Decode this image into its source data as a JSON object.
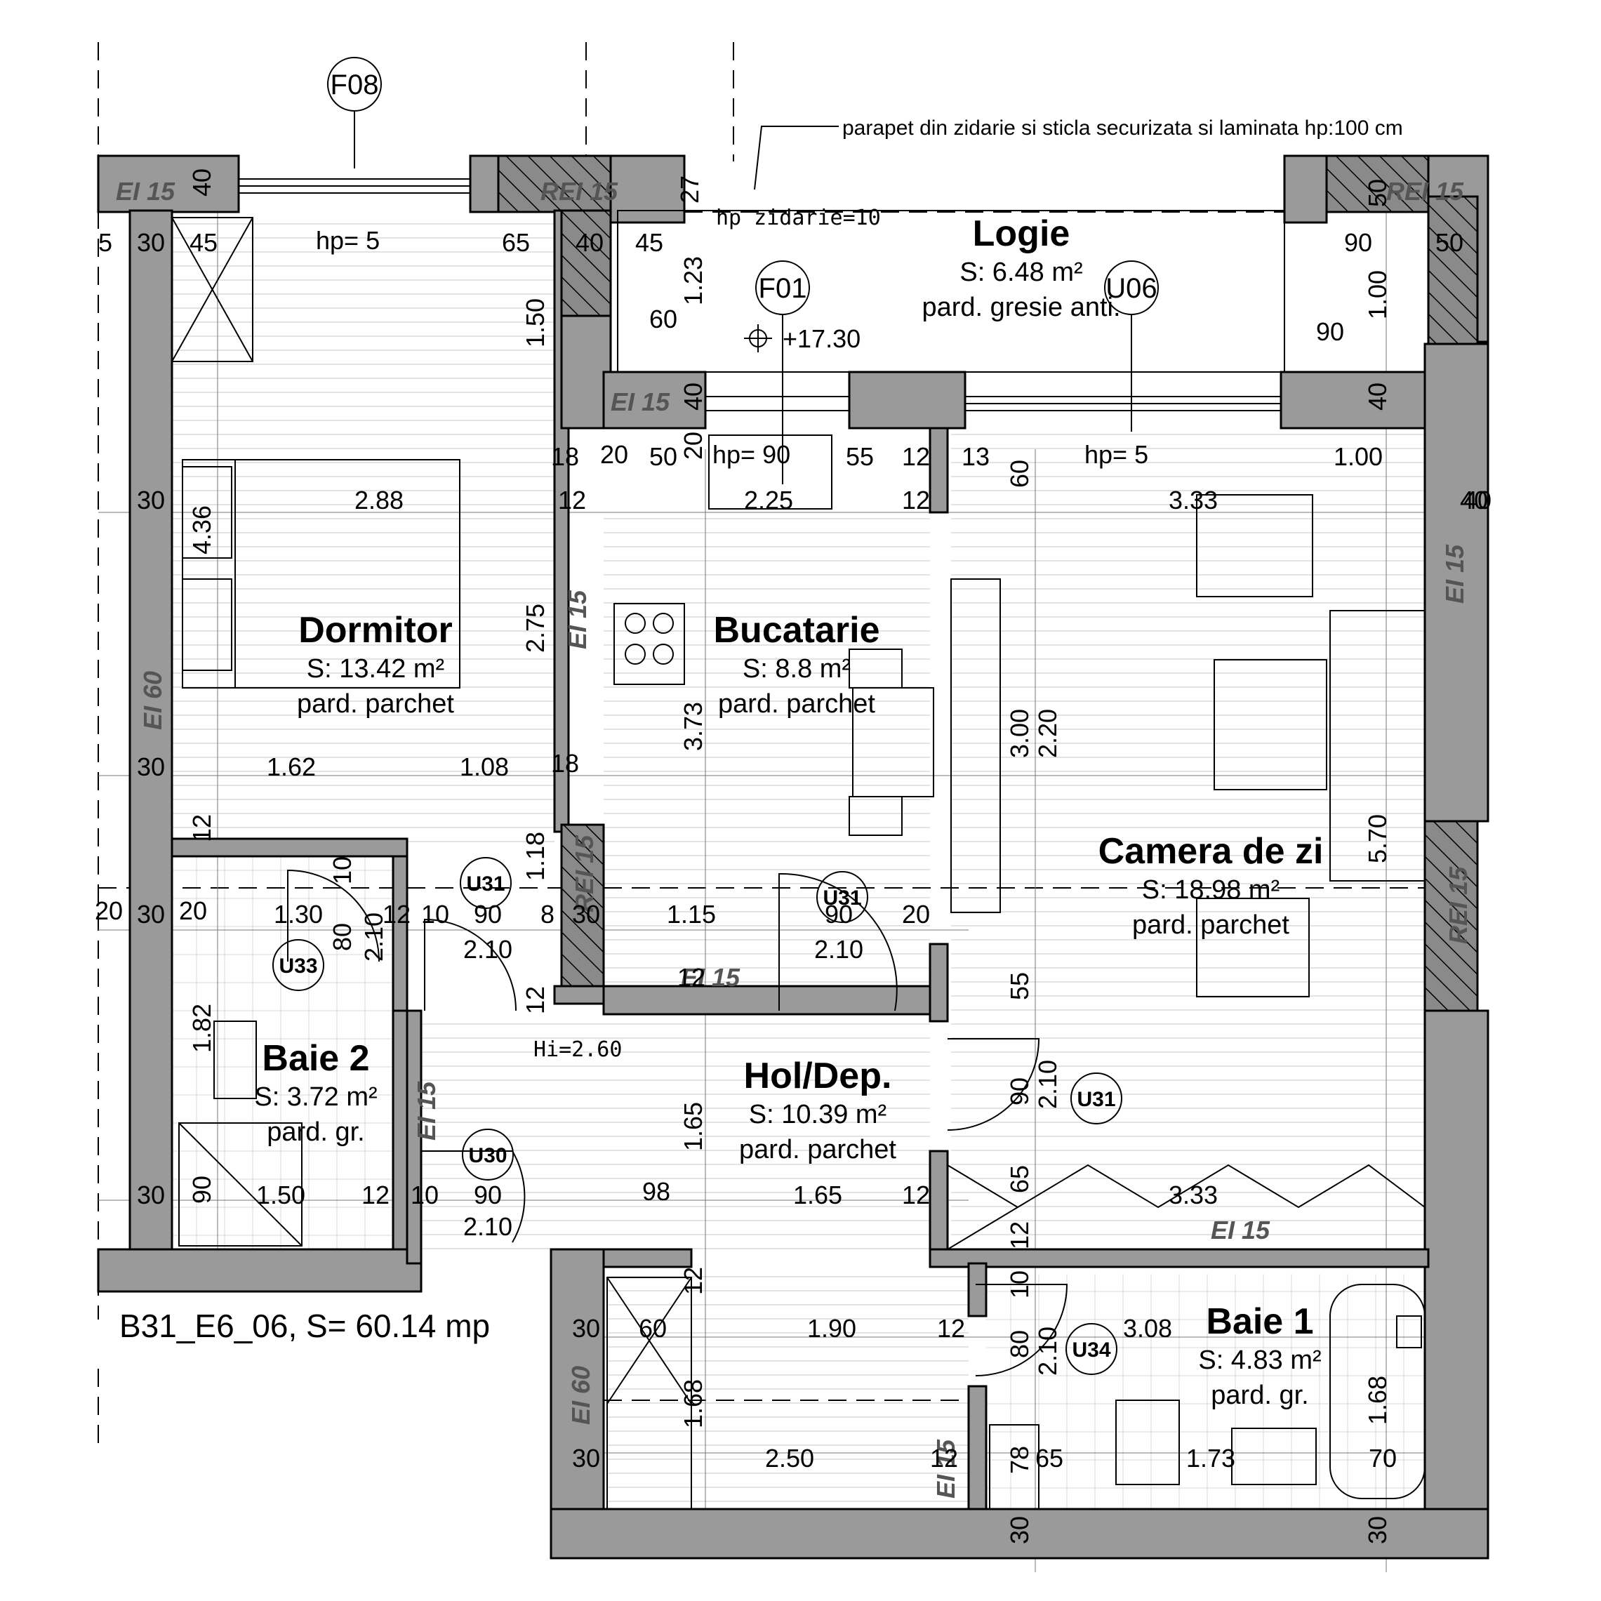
{
  "apartment": {
    "label": "B31_E6_06, S= 60.14 mp"
  },
  "rooms": {
    "logie": {
      "name": "Logie",
      "area": "S: 6.48 m²",
      "floor": "pard. gresie anti."
    },
    "dormitor": {
      "name": "Dormitor",
      "area": "S: 13.42 m²",
      "floor": "pard. parchet"
    },
    "bucatarie": {
      "name": "Bucatarie",
      "area": "S: 8.8 m²",
      "floor": "pard. parchet"
    },
    "camera": {
      "name": "Camera de zi",
      "area": "S: 18.98 m²",
      "floor": "pard. parchet"
    },
    "baie2": {
      "name": "Baie 2",
      "area": "S: 3.72 m²",
      "floor": "pard. gr."
    },
    "hol": {
      "name": "Hol/Dep.",
      "area": "S: 10.39 m²",
      "floor": "pard. parchet"
    },
    "baie1": {
      "name": "Baie 1",
      "area": "S: 4.83 m²",
      "floor": "pard. gr."
    }
  },
  "notes": {
    "parapet": "parapet din zidarie si sticla securizata si laminata  hp:100 cm",
    "hp_zidarie": "hp zidarie=10",
    "level": "+17.30",
    "hi": "Hi=2.60"
  },
  "tags": {
    "f08": "F08",
    "f01": "F01",
    "u06": "U06",
    "u31a": "U31",
    "u31b": "U31",
    "u31c": "U31",
    "u33": "U33",
    "u30": "U30",
    "u34": "U34"
  },
  "fire": {
    "ei15_tl": "EI 15",
    "rei15_top": "REI 15",
    "rei15_tr": "REI 15",
    "ei15_logie": "EI 15",
    "ei15_dorm": "EI 15",
    "ei60_left": "EI 60",
    "rei15_mid": "REI 15",
    "ei15_kitchen": "EI 15",
    "ei15_hol": "EI 15",
    "ei15_camera": "EI 15",
    "ei15_right": "EI 15",
    "rei15_right": "REI 15",
    "ei60_bottom": "EI 60",
    "ei15_bottom": "EI 15"
  },
  "dims": {
    "d01": "40",
    "d02": "5",
    "d03": "30",
    "d04": "45",
    "d05": "hp= 5",
    "d06": "65",
    "d07": "1.50",
    "d08": "40",
    "d09": "45",
    "d10": "27",
    "d11": "1.23",
    "d12": "60",
    "d13": "90",
    "d14": "50",
    "d15": "50",
    "d16": "1.00",
    "d17": "90",
    "d18": "40",
    "d19": "40",
    "d20": "40",
    "d21": "18",
    "d22": "20",
    "d23": "50",
    "d24": "20",
    "d25": "hp= 90",
    "d26": "55",
    "d27": "12",
    "d28": "13",
    "d29": "60",
    "d30": "hp= 5",
    "d31": "1.00",
    "d32": "30",
    "d33": "4.36",
    "d34": "2.88",
    "d35": "12",
    "d36": "2.25",
    "d37": "12",
    "d38": "3.33",
    "d39": "40",
    "d40": "2.75",
    "d41": "3.73",
    "d42": "3.00",
    "d43": "2.20",
    "d44": "5.70",
    "d45": "30",
    "d46": "1.62",
    "d47": "1.08",
    "d48": "18",
    "d49": "12",
    "d50": "10",
    "d51": "1.18",
    "d52": "20",
    "d53": "30",
    "d54": "20",
    "d55": "1.30",
    "d56": "2.10",
    "d57": "12",
    "d58": "10",
    "d59": "90",
    "d60": "8",
    "d61": "30",
    "d62": "1.15",
    "d63": "90",
    "d64": "20",
    "d65": "80",
    "d66": "2.10",
    "d67": "2.10",
    "d68": "12",
    "d69": "12",
    "d70": "55",
    "d71": "1.82",
    "d72": "1.65",
    "d73": "90",
    "d74": "2.10",
    "d75": "30",
    "d76": "90",
    "d77": "1.50",
    "d78": "12",
    "d79": "10",
    "d80": "90",
    "d81": "98",
    "d82": "1.65",
    "d83": "12",
    "d84": "65",
    "d85": "3.33",
    "d86": "2.10",
    "d87": "12",
    "d88": "12",
    "d89": "10",
    "d90": "30",
    "d91": "60",
    "d92": "1.90",
    "d93": "12",
    "d94": "80",
    "d95": "2.10",
    "d96": "3.08",
    "d97": "1.68",
    "d98": "1.68",
    "d99": "30",
    "d100": "2.50",
    "d101": "12",
    "d102": "78",
    "d103": "65",
    "d104": "1.73",
    "d105": "70",
    "d106": "30",
    "d107": "30"
  }
}
